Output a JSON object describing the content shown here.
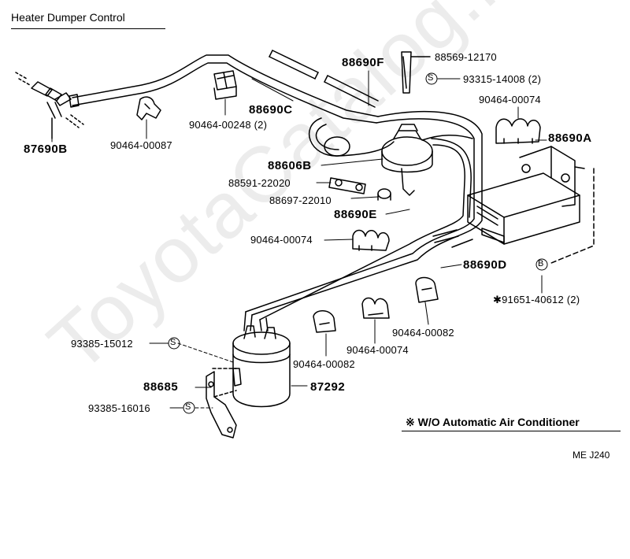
{
  "title": "Heater Dumper Control",
  "watermark": "ToyotaCatalog.ru",
  "note": "※ W/O Automatic Air Conditioner",
  "diagram_code": "ME J240",
  "parts": {
    "p87690B": "87690B",
    "p90464_00087": "90464-00087",
    "p90464_00248": "90464-00248 (2)",
    "p88690C": "88690C",
    "p88690F": "88690F",
    "p88569_12170": "88569-12170",
    "p93315_14008": "93315-14008 (2)",
    "p90464_00074_top": "90464-00074",
    "p88690A": "88690A",
    "p88606B": "88606B",
    "p88591_22020": "88591-22020",
    "p88697_22010": "88697-22010",
    "p88690E": "88690E",
    "p90464_00074_mid": "90464-00074",
    "p88690D": "88690D",
    "p91651_40612": "✱91651-40612 (2)",
    "p90464_00082_right": "90464-00082",
    "p90464_00074_low": "90464-00074",
    "p90464_00082_left": "90464-00082",
    "p93385_15012": "93385-15012",
    "p88685": "88685",
    "p87292": "87292",
    "p93385_16016": "93385-16016"
  },
  "symbols": {
    "s_mark": "S",
    "b_mark": "B"
  }
}
